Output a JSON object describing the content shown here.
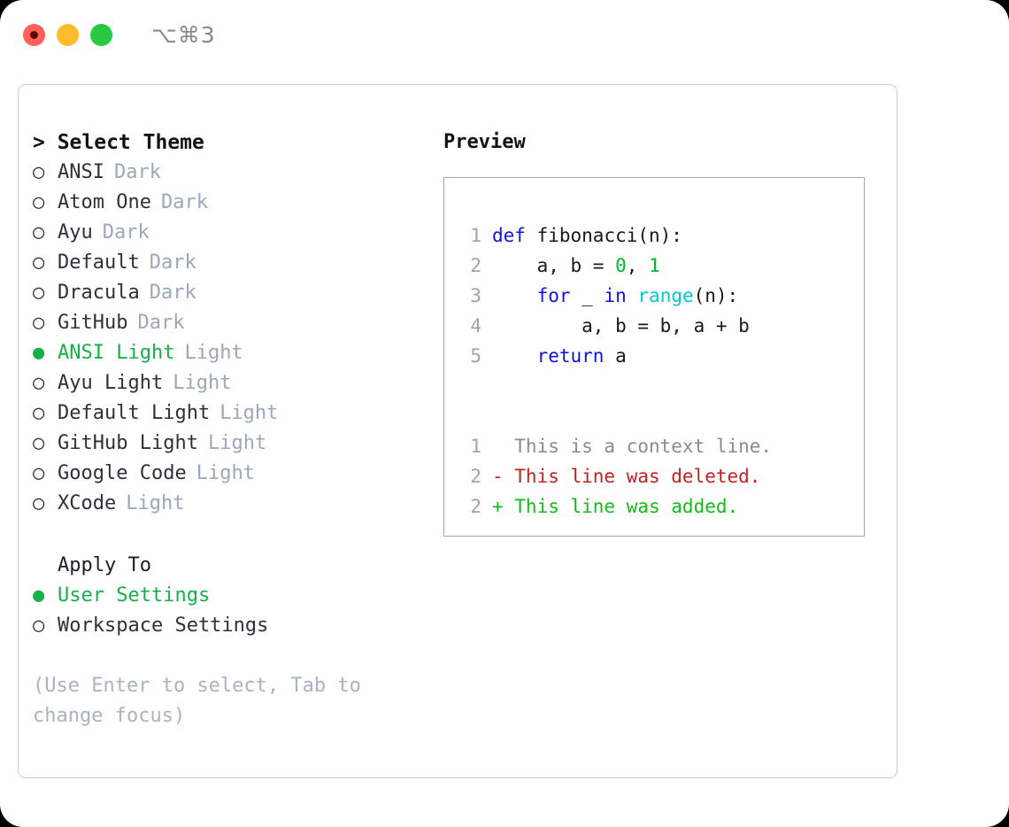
{
  "titlebar": {
    "shortcut": "⌥⌘3",
    "dots": [
      "close-red",
      "minimize-yellow",
      "maximize-green"
    ]
  },
  "theme_picker": {
    "heading": "> Select Theme",
    "caret": ">",
    "bullet_selected": "●",
    "bullet_unselected": "○",
    "items": [
      {
        "label": "ANSI",
        "badge": "Dark",
        "selected": false
      },
      {
        "label": "Atom One",
        "badge": "Dark",
        "selected": false
      },
      {
        "label": "Ayu",
        "badge": "Dark",
        "selected": false
      },
      {
        "label": "Default",
        "badge": "Dark",
        "selected": false
      },
      {
        "label": "Dracula",
        "badge": "Dark",
        "selected": false
      },
      {
        "label": "GitHub",
        "badge": "Dark",
        "selected": false
      },
      {
        "label": "ANSI Light",
        "badge": "Light",
        "selected": true
      },
      {
        "label": "Ayu Light",
        "badge": "Light",
        "selected": false
      },
      {
        "label": "Default Light",
        "badge": "Light",
        "selected": false
      },
      {
        "label": "GitHub Light",
        "badge": "Light",
        "selected": false
      },
      {
        "label": "Google Code",
        "badge": "Light",
        "selected": false
      },
      {
        "label": "XCode",
        "badge": "Light",
        "selected": false
      }
    ]
  },
  "apply_to": {
    "heading": "Apply To",
    "options": [
      {
        "label": "User Settings",
        "selected": true
      },
      {
        "label": "Workspace Settings",
        "selected": false
      }
    ]
  },
  "hint": "(Use Enter to select, Tab to change focus)",
  "preview": {
    "title": "Preview",
    "code_lines": [
      {
        "no": "1",
        "tokens": [
          {
            "t": "def",
            "c": "kw"
          },
          {
            "t": " fibonacci(n):",
            "c": "plain"
          }
        ]
      },
      {
        "no": "2",
        "tokens": [
          {
            "t": "    a, b = ",
            "c": "plain"
          },
          {
            "t": "0",
            "c": "num"
          },
          {
            "t": ", ",
            "c": "plain"
          },
          {
            "t": "1",
            "c": "num"
          }
        ]
      },
      {
        "no": "3",
        "tokens": [
          {
            "t": "    ",
            "c": "plain"
          },
          {
            "t": "for",
            "c": "kw"
          },
          {
            "t": " _ ",
            "c": "plain"
          },
          {
            "t": "in",
            "c": "kw"
          },
          {
            "t": " ",
            "c": "plain"
          },
          {
            "t": "range",
            "c": "fn"
          },
          {
            "t": "(n):",
            "c": "plain"
          }
        ]
      },
      {
        "no": "4",
        "tokens": [
          {
            "t": "        a, b = b, a + b",
            "c": "plain"
          }
        ]
      },
      {
        "no": "5",
        "tokens": [
          {
            "t": "    ",
            "c": "plain"
          },
          {
            "t": "return",
            "c": "kw"
          },
          {
            "t": " a",
            "c": "plain"
          }
        ]
      }
    ],
    "diff_lines": [
      {
        "no": "1",
        "text": "  This is a context line.",
        "c": "ctx"
      },
      {
        "no": "2",
        "text": "- This line was deleted.",
        "c": "del"
      },
      {
        "no": "2",
        "text": "+ This line was added.",
        "c": "add"
      }
    ]
  },
  "colors": {
    "accent_green": "#16b04a",
    "badge_gray": "#9ba8b8",
    "keyword_blue": "#1212e0",
    "function_cyan": "#00c8d4",
    "number_green": "#00bb2d",
    "diff_delete_red": "#c22222",
    "diff_add_green": "#13bb1b",
    "panel_border": "#9aa7b5",
    "card_border": "#c9ccd4"
  }
}
